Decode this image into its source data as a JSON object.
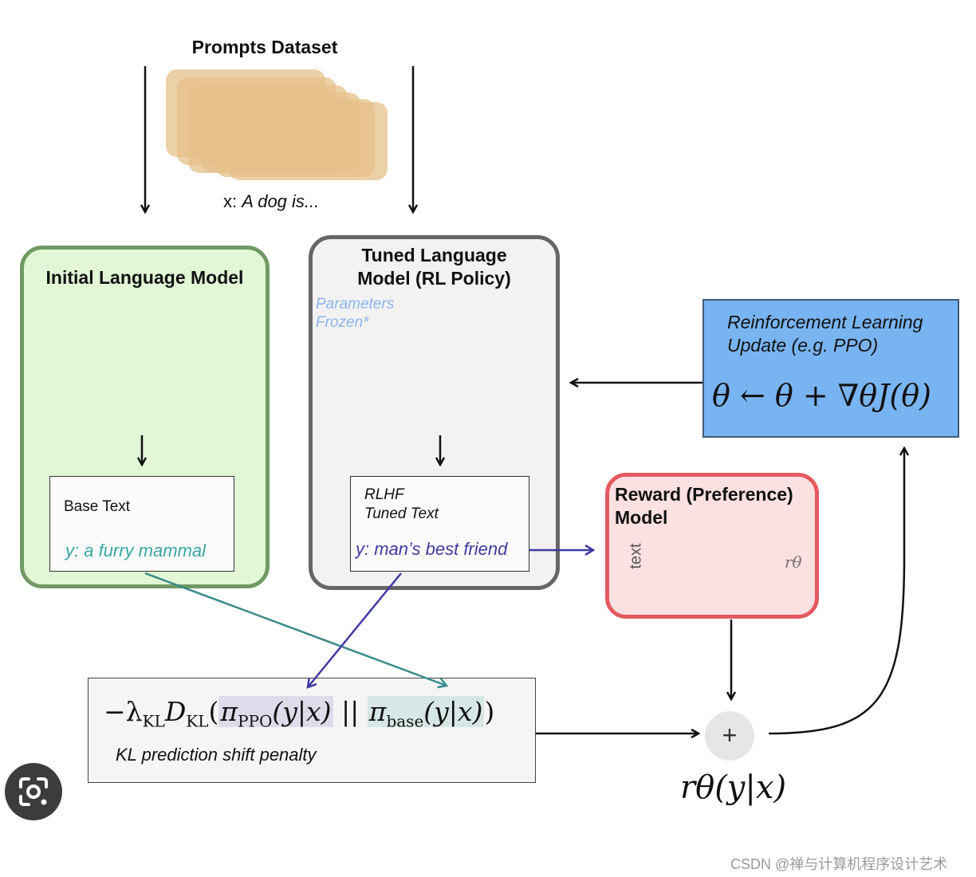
{
  "prompts": {
    "title": "Prompts Dataset",
    "x_prefix": "x: ",
    "x_example": "A dog is..."
  },
  "initial_model": {
    "title": "Initial Language Model",
    "base_text_label": "Base Text",
    "output": "y: a furry mammal"
  },
  "tuned_model": {
    "title_line1": "Tuned Language",
    "title_line2": "Model (RL Policy)",
    "frozen_line1": "Parameters",
    "frozen_line2": "Frozen*",
    "rlhf_line1": "RLHF",
    "rlhf_line2": "Tuned Text",
    "output": "y: man’s best friend"
  },
  "rl_update": {
    "line1": "Reinforcement Learning",
    "line2": "Update (e.g. PPO)",
    "equation": "θ ← θ + ∇θJ(θ)"
  },
  "reward_model": {
    "title_line1": "Reward (Preference)",
    "title_line2": "Model",
    "input_label": "text",
    "output_symbol": "rθ"
  },
  "kl_penalty": {
    "equation_prefix": "−λ",
    "kl_sub": "KL",
    "d": "D",
    "pi_ppo": "π",
    "ppo_sub": "PPO",
    "pi_base": "π",
    "base_sub": "base",
    "cond": "(y|x)",
    "caption": "KL prediction shift penalty"
  },
  "combine": {
    "plus": "+",
    "reward_label": "rθ(y|x)"
  },
  "colors": {
    "initial_bg": "#e2f7d6",
    "initial_border": "#6f9a63",
    "tuned_bg": "#f2f2f2",
    "tuned_border": "#666666",
    "rl_bg": "#79b4f2",
    "reward_bg": "#fde0e0",
    "reward_border": "#e45a62",
    "green_node": "#8fc46f",
    "grey_node": "#9b9b9b",
    "blue_node": "#7f93d1",
    "yellow_node": "#f7c437",
    "red_node": "#d9707a",
    "teal_arrow": "#3a8b8c",
    "purple_arrow": "#3e3aa2"
  },
  "watermark": "CSDN @禅与计算机程序设计艺术",
  "icons": [
    "google-lens-icon",
    "x-token-icon"
  ]
}
